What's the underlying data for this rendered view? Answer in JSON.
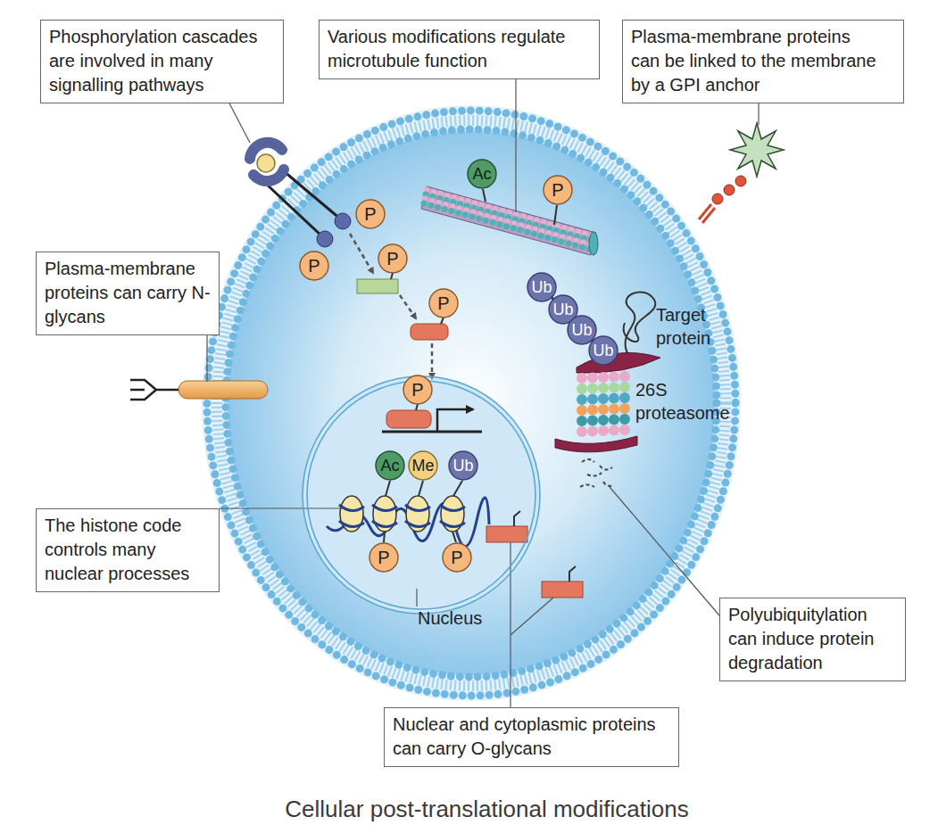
{
  "diagram": {
    "caption": "Cellular post-translational modifications",
    "nodes": [
      {
        "text": [
          "Phosphorylation cascades are involved in many signalling pathways"
        ]
      },
      {
        "text": [
          "Various modifications regulate microtubule function"
        ]
      },
      {
        "text": [
          "Plasma-membrane proteins can be linked to the membrane by a GPI anchor"
        ]
      },
      {
        "text": [
          "Plasma-membrane proteins can carry N-glycans"
        ]
      },
      {
        "text": [
          "The histone code controls many nuclear processes"
        ]
      },
      {
        "text": [
          "Polyubiquitylation can induce protein degradation"
        ]
      },
      {
        "text": [
          "Nuclear and cytoplasmic proteins can carry O-glycans"
        ]
      },
      {
        "text": [
          "Nucleus"
        ]
      },
      {
        "text": [
          "P"
        ]
      },
      {
        "text": [
          "P"
        ]
      },
      {
        "text": [
          "Ac"
        ]
      },
      {
        "text": [
          "P"
        ]
      },
      {
        "text": [
          "P"
        ]
      },
      {
        "text": [
          "P"
        ]
      },
      {
        "text": [
          "Ub"
        ]
      },
      {
        "text": [
          "Ub"
        ]
      },
      {
        "text": [
          "Ub"
        ]
      },
      {
        "text": [
          "Ub"
        ]
      },
      {
        "text": [
          "P"
        ],
        "in": 7
      },
      {
        "text": [
          "Ac"
        ],
        "in": 7
      },
      {
        "text": [
          "Me"
        ],
        "in": 7
      },
      {
        "text": [
          "Ub"
        ],
        "in": 7
      },
      {
        "text": [
          "P"
        ],
        "in": 7
      },
      {
        "text": [
          "P"
        ],
        "in": 7
      }
    ],
    "labels": [
      "Target protein",
      "26S proteasome"
    ]
  }
}
